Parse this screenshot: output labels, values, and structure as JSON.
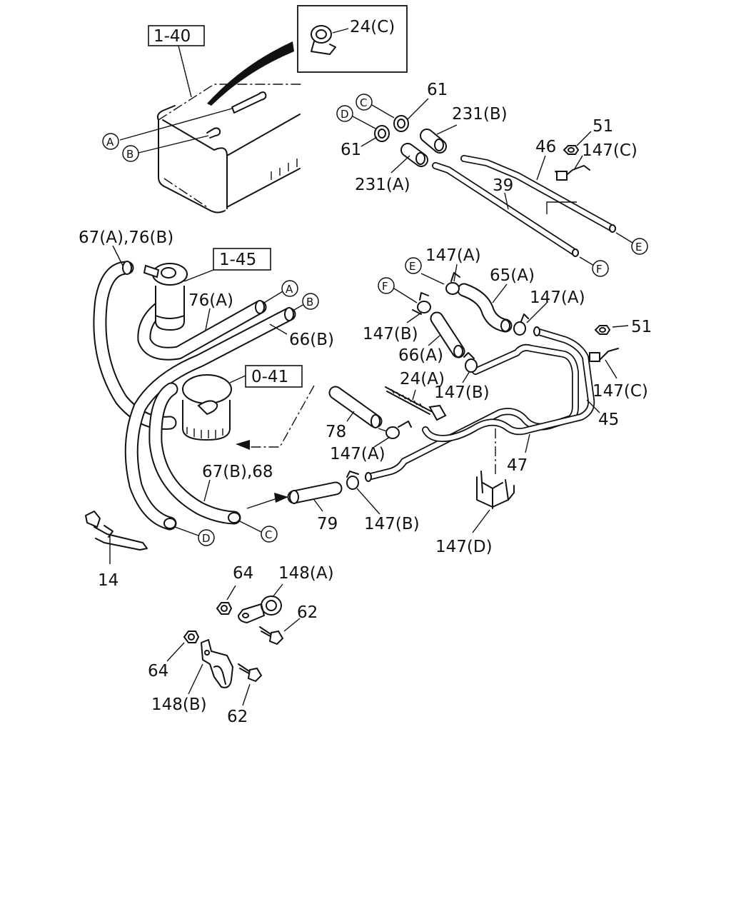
{
  "refs": {
    "r1_40": "1-40",
    "r1_45": "1-45",
    "r0_41": "0-41"
  },
  "labels": {
    "p24c": "24(C)",
    "p61_top": "61",
    "p61_left": "61",
    "p231b": "231(B)",
    "p231a": "231(A)",
    "p39": "39",
    "p46": "46",
    "p51_top": "51",
    "p147c_top": "147(C)",
    "p67a76b": "67(A),76(B)",
    "p76a": "76(A)",
    "p66b": "66(B)",
    "p147a_top": "147(A)",
    "p65a": "65(A)",
    "p147a_mid": "147(A)",
    "p147b_left": "147(B)",
    "p66a": "66(A)",
    "p51_right": "51",
    "p147c_right": "147(C)",
    "p24a": "24(A)",
    "p147b_mid": "147(B)",
    "p45": "45",
    "p78": "78",
    "p147a_low": "147(A)",
    "p47": "47",
    "p67b68": "67(B),68",
    "p79": "79",
    "p147b_low": "147(B)",
    "p147d": "147(D)",
    "p14": "14",
    "p64_top": "64",
    "p148a": "148(A)",
    "p62_top": "62",
    "p64_low": "64",
    "p148b": "148(B)",
    "p62_low": "62"
  },
  "connectors": {
    "A1": "A",
    "B1": "B",
    "C1": "C",
    "D1": "D",
    "A2": "A",
    "B2": "B",
    "E1": "E",
    "F1": "F",
    "E2": "E",
    "F2": "F",
    "D2": "D",
    "C2": "C"
  },
  "icons": {
    "tank": "fuel-tank-icon",
    "filter": "fuel-filter-icon",
    "separator": "water-separator-icon",
    "clamp": "hose-clamp-icon",
    "bracket": "bracket-icon",
    "bolt": "bolt-icon",
    "nut": "nut-icon"
  }
}
